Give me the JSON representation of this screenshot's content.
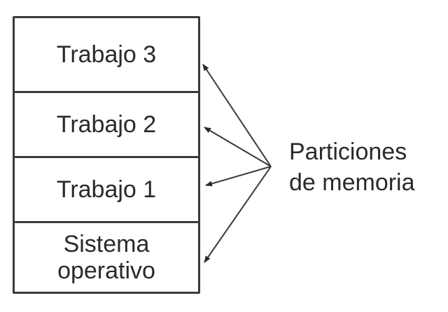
{
  "diagram": {
    "partitions": [
      {
        "label": "Trabajo 3"
      },
      {
        "label": "Trabajo 2"
      },
      {
        "label": "Trabajo 1"
      },
      {
        "label_line1": "Sistema",
        "label_line2": "operativo"
      }
    ],
    "callout": {
      "line1": "Particiones",
      "line2": "de memoria"
    },
    "colors": {
      "stroke": "#3a3a3a",
      "text": "#2a2a2a",
      "background": "#ffffff"
    }
  }
}
